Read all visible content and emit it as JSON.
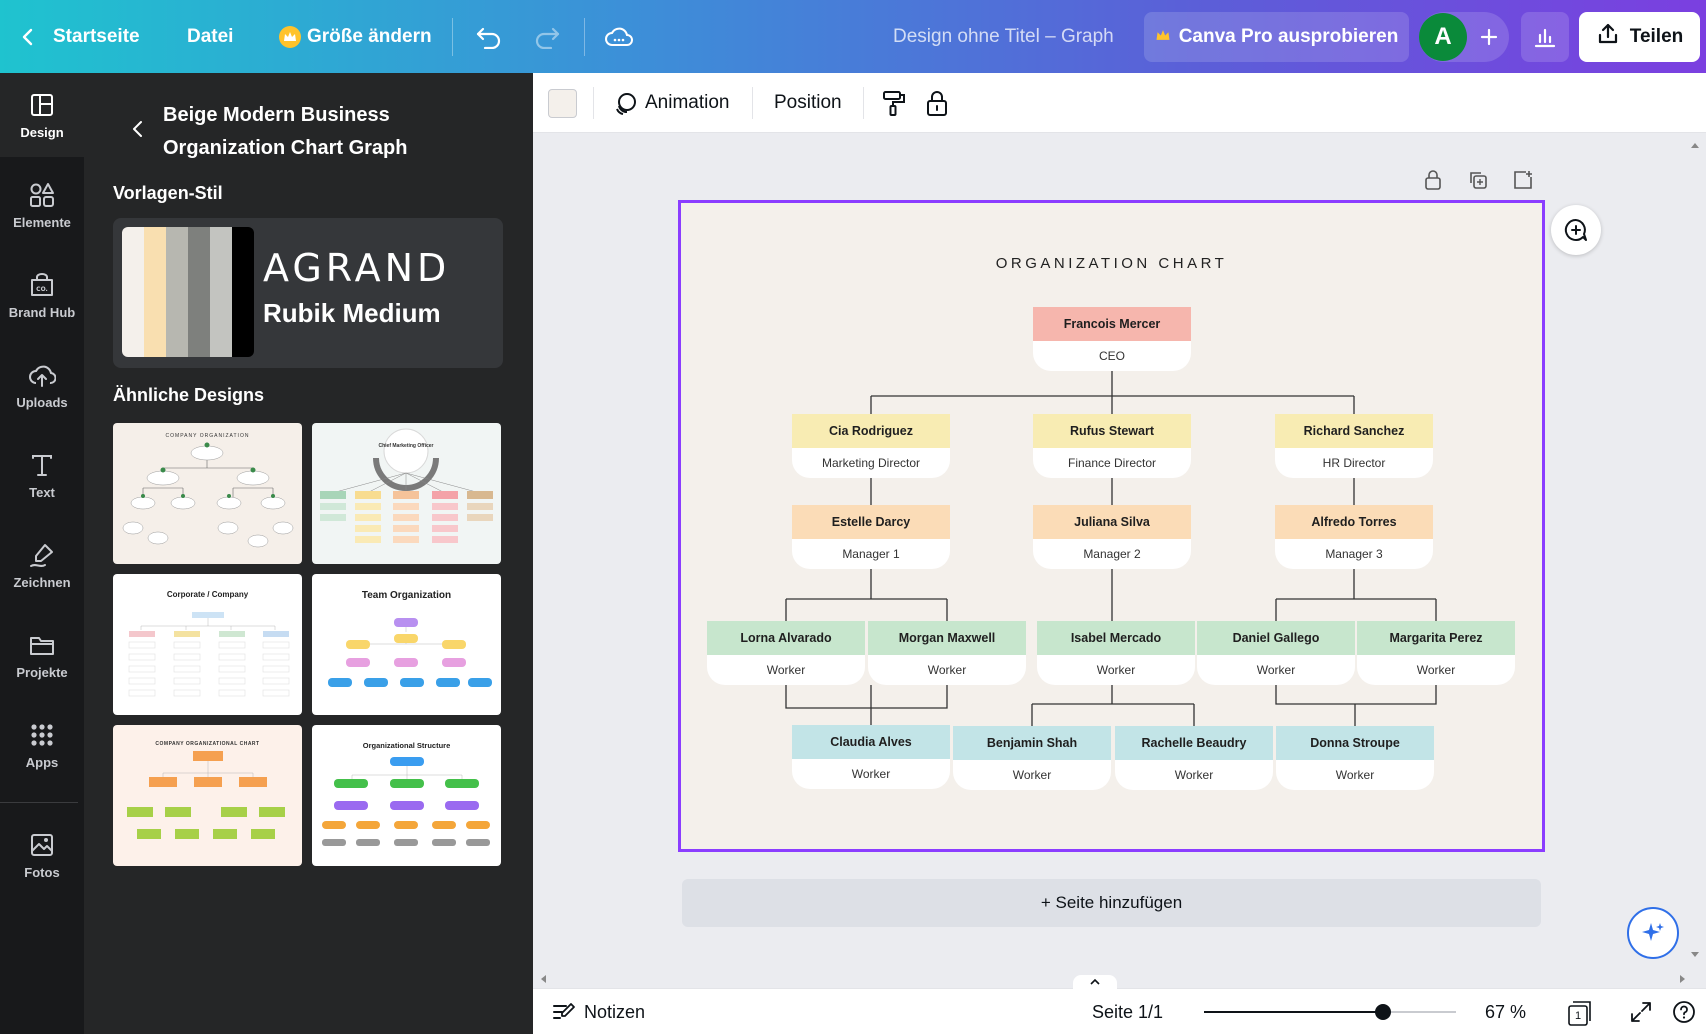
{
  "topbar": {
    "home": "Startseite",
    "file": "Datei",
    "resize": "Größe ändern",
    "doc_title": "Design ohne Titel – Graph",
    "pro_button": "Canva Pro ausprobieren",
    "avatar_letter": "A",
    "share": "Teilen"
  },
  "rail": {
    "items": [
      {
        "label": "Design",
        "icon": "layout-icon"
      },
      {
        "label": "Elemente",
        "icon": "shapes-icon"
      },
      {
        "label": "Brand Hub",
        "icon": "brand-icon"
      },
      {
        "label": "Uploads",
        "icon": "cloud-upload-icon"
      },
      {
        "label": "Text",
        "icon": "text-icon"
      },
      {
        "label": "Zeichnen",
        "icon": "draw-icon"
      },
      {
        "label": "Projekte",
        "icon": "folder-icon"
      },
      {
        "label": "Apps",
        "icon": "apps-grid-icon"
      },
      {
        "label": "Fotos",
        "icon": "photo-icon"
      }
    ]
  },
  "panel": {
    "template_title": "Beige Modern Business Organization Chart Graph",
    "style_label": "Vorlagen-Stil",
    "style_font_display": "AGRAND",
    "style_font_body": "Rubik Medium",
    "palette": [
      "#f4f0eb",
      "#f9dfb0",
      "#b7b7b0",
      "#7e807d",
      "#c3c4c0",
      "#000000"
    ],
    "similar_label": "Ähnliche Designs",
    "thumb_titles": [
      "COMPANY ORGANIZATION",
      "Chief Marketing Officer",
      "Corporate / Company",
      "Team Organization",
      "COMPANY ORGANIZATIONAL CHART",
      "Organizational Structure"
    ]
  },
  "context_toolbar": {
    "animation": "Animation",
    "position": "Position"
  },
  "chart": {
    "title": "ORGANIZATION CHART",
    "nodes": [
      {
        "name": "Francois Mercer",
        "role": "CEO"
      },
      {
        "name": "Cia Rodriguez",
        "role": "Marketing Director"
      },
      {
        "name": "Rufus Stewart",
        "role": "Finance Director"
      },
      {
        "name": "Richard Sanchez",
        "role": "HR Director"
      },
      {
        "name": "Estelle Darcy",
        "role": "Manager 1"
      },
      {
        "name": "Juliana Silva",
        "role": "Manager 2"
      },
      {
        "name": "Alfredo Torres",
        "role": "Manager 3"
      },
      {
        "name": "Lorna Alvarado",
        "role": "Worker"
      },
      {
        "name": "Morgan Maxwell",
        "role": "Worker"
      },
      {
        "name": "Isabel Mercado",
        "role": "Worker"
      },
      {
        "name": "Daniel Gallego",
        "role": "Worker"
      },
      {
        "name": "Margarita Perez",
        "role": "Worker"
      },
      {
        "name": "Claudia Alves",
        "role": "Worker"
      },
      {
        "name": "Benjamin Shah",
        "role": "Worker"
      },
      {
        "name": "Rachelle Beaudry",
        "role": "Worker"
      },
      {
        "name": "Donna Stroupe",
        "role": "Worker"
      }
    ]
  },
  "add_page": "+ Seite hinzufügen",
  "bottom": {
    "notes": "Notizen",
    "page_indicator": "Seite 1/1",
    "zoom": "67 %",
    "zoom_fraction": 0.67,
    "page_count": "1"
  },
  "colors": {
    "accent": "#8b3dff",
    "avatar": "#0a8a3a"
  }
}
